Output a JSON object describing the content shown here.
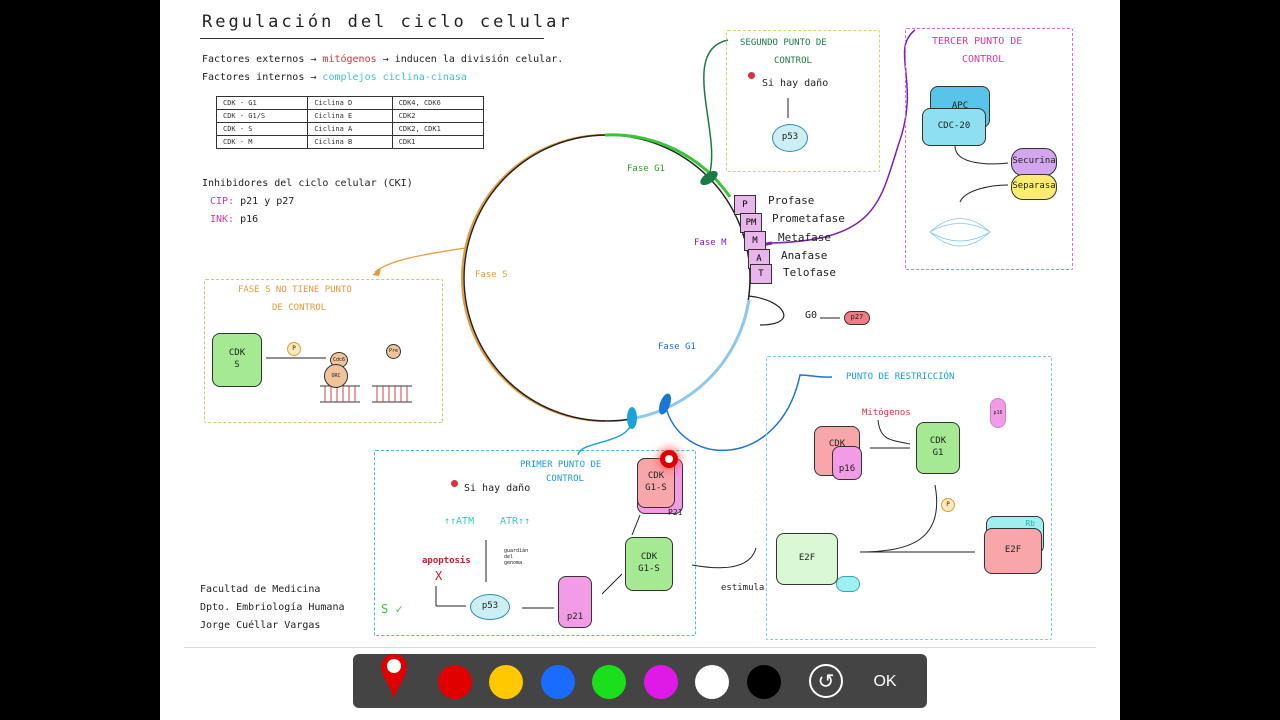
{
  "title": "Regulación del ciclo celular",
  "factores": {
    "externos_label": "Factores externos →",
    "externos_value": "mitógenos",
    "externos_tail": "→ inducen la división celular.",
    "internos_label": "Factores internos →",
    "internos_value": "complejos ciclina-cinasa"
  },
  "cyclin_table": [
    [
      "CDK - G1",
      "Ciclina D",
      "CDK4, CDK6"
    ],
    [
      "CDK - G1/S",
      "Ciclina E",
      "CDK2"
    ],
    [
      "CDK - S",
      "Ciclina A",
      "CDK2, CDK1"
    ],
    [
      "CDK - M",
      "Ciclina B",
      "CDK1"
    ]
  ],
  "inhibidores": {
    "title": "Inhibidores del ciclo celular (CKI)",
    "cip_label": "CIP:",
    "cip_value": "p21 y p27",
    "ink_label": "INK:",
    "ink_value": "p16"
  },
  "phases": {
    "g1_top": "Fase G1",
    "s": "Fase S",
    "m": "Fase M",
    "g1_bottom": "Fase G1",
    "g0": "G0",
    "g0_p27": "p27"
  },
  "m_phase": {
    "letters": [
      "P",
      "PM",
      "M",
      "A",
      "T"
    ],
    "names": [
      "Profase",
      "Prometafase",
      "Metafase",
      "Anafase",
      "Telofase"
    ]
  },
  "segundo": {
    "title_1": "SEGUNDO PUNTO DE",
    "title_2": "CONTROL",
    "damage": "Si hay daño",
    "p53": "p53"
  },
  "tercer": {
    "title_1": "TERCER PUNTO DE",
    "title_2": "CONTROL",
    "apc": "APC",
    "cdc20": "CDC-20",
    "securina": "Securina",
    "separasa": "Separasa"
  },
  "fase_s_box": {
    "title_1": "FASE S NO TIENE PUNTO",
    "title_2": "DE CONTROL",
    "cdk_1": "CDK",
    "cdk_2": "S",
    "p_mark": "P",
    "cdc6": "Cdc6",
    "orc": "ORC",
    "pre": "Pre"
  },
  "primer": {
    "title_1": "PRIMER PUNTO DE",
    "title_2": "CONTROL",
    "damage": "Si hay daño",
    "atm": "↑↑ATM",
    "atr": "ATR↑↑",
    "guard": "guardián del genoma",
    "apoptosis": "apoptosis",
    "x_mark": "X",
    "s_check": "S ✓",
    "p53": "p53",
    "p21": "p21",
    "cdk_g1s_1": "CDK",
    "cdk_g1s_2": "G1-S",
    "cdk_top_1": "CDK",
    "cdk_top_2": "G1-S",
    "p21_top": "P21"
  },
  "restriccion": {
    "title": "PUNTO DE RESTRICCIÓN",
    "mitogenos": "Mitógenos",
    "cdk_g1_1": "CDK",
    "cdk_g1_2": "G1",
    "p16": "p16",
    "cdk_g1b_1": "CDK",
    "cdk_g1b_2": "G1",
    "p_mark": "P",
    "rb": "Rb",
    "e2f": "E2F",
    "e2f_free": "E2F",
    "estimula": "estimula",
    "p16_small": "p16"
  },
  "credits": [
    "Facultad de Medicina",
    "Dpto. Embriología Humana",
    "Jorge Cuéllar Vargas"
  ],
  "toolbar": {
    "colors": [
      "#e00000",
      "#ffc800",
      "#1a6bff",
      "#1adf1a",
      "#e01ae6",
      "#ffffff",
      "#000000"
    ],
    "ok_label": "OK",
    "undo_glyph": "↺"
  }
}
